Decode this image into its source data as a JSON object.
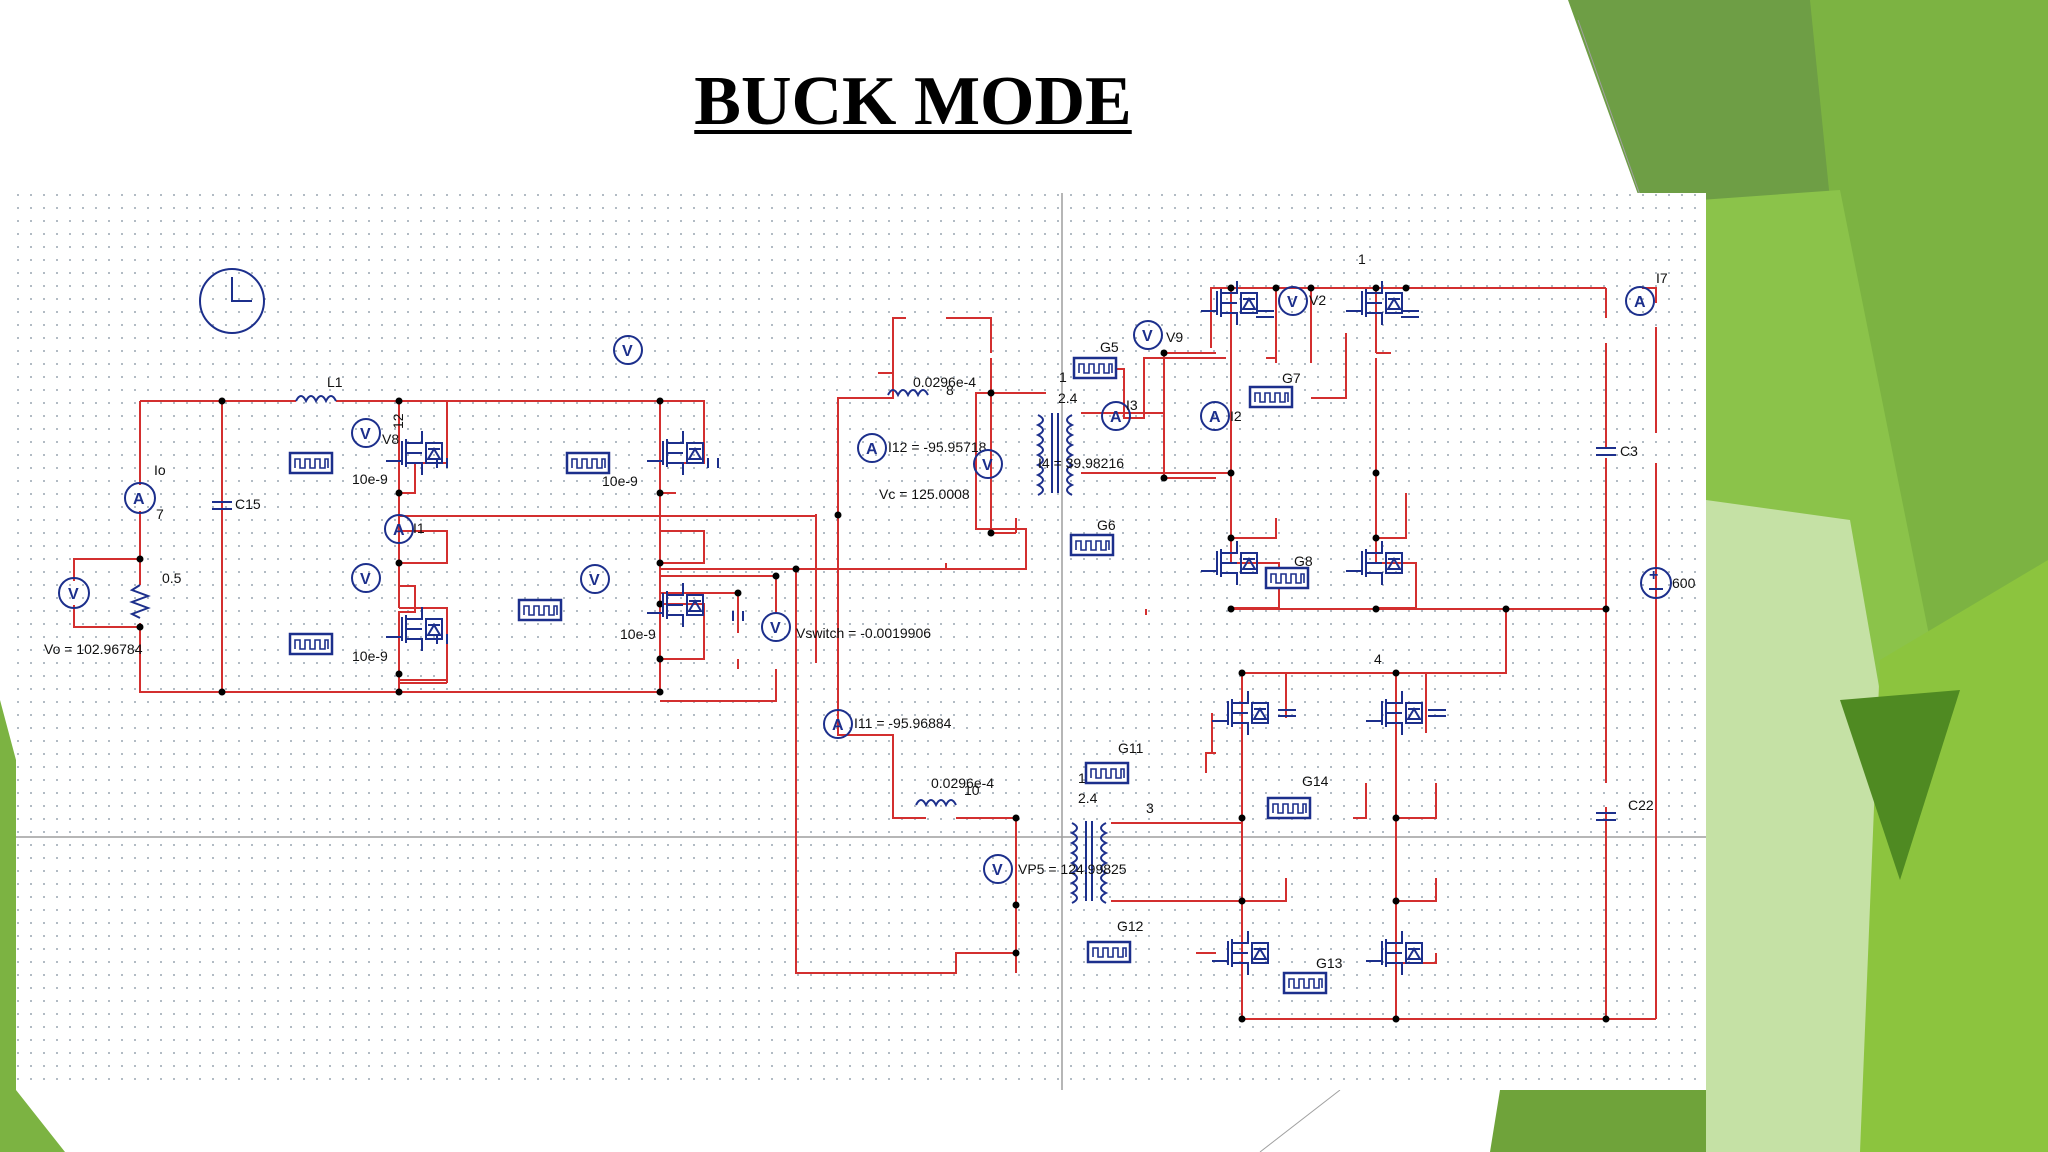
{
  "slide": {
    "title": "BUCK MODE",
    "colors": {
      "accent_dark": "#5f8f2c",
      "accent_mid": "#7cb342",
      "accent_light": "#8bc34a",
      "wire": "#d32f2f",
      "component": "#1c2f8c"
    }
  },
  "labels": {
    "L1": "L1",
    "Io": "Io",
    "n7": "7",
    "C15": "C15",
    "R": "0.5",
    "Vo": "Vo = 102.96784",
    "V8": "V8",
    "n12": "12",
    "I1": "I1",
    "cap1": "10e-9",
    "cap2": "10e-9",
    "cap3": "10e-9",
    "cap4": "10e-9",
    "Lc1": "0.0296e-4",
    "n8": "8",
    "I12": "I12 = -95.95718",
    "Vc": "Vc = 125.0008",
    "Vswitch": "Vswitch = -0.0019906",
    "I11": "I11 = -95.96884",
    "Lc2": "0.0296e-4",
    "n10": "10",
    "tr1_1": "1",
    "tr1_ratio": "2.4",
    "I4": "I4 = 39.98216",
    "I3": "I3",
    "tr2_1": "1",
    "tr2_ratio": "2.4",
    "tr2_3": "3",
    "VP5": "VP5 = 124.99825",
    "G5": "G5",
    "V9": "V9",
    "V2": "V2",
    "node1": "1",
    "G7": "G7",
    "I2": "I2",
    "G6": "G6",
    "G8": "G8",
    "I7": "I7",
    "C3": "C3",
    "src": "600",
    "G11": "G11",
    "node4": "4",
    "G14": "G14",
    "C22": "C22",
    "G12": "G12",
    "G13": "G13"
  }
}
